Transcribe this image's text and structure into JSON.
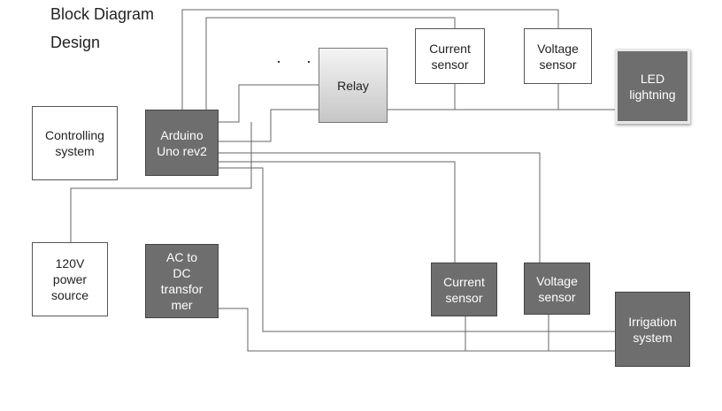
{
  "title": {
    "line1": "Block Diagram",
    "line2": "Design"
  },
  "blocks": {
    "controlling_system": "Controlling\nsystem",
    "arduino": "Arduino\nUno rev2",
    "relay": "Relay",
    "current_sensor_top": "Current\nsensor",
    "voltage_sensor_top": "Voltage\nsensor",
    "led_lightning": "LED\nlightning",
    "power_source": "120V\npower\nsource",
    "ac_dc": "AC to\nDC\ntransfor\nmer",
    "current_sensor_bottom": "Current\nsensor",
    "voltage_sensor_bottom": "Voltage\nsensor",
    "irrigation_system": "Irrigation\nsystem"
  },
  "colors": {
    "wire": "#555555",
    "dark_block": "#6e6e6e",
    "light_block": "#ffffff"
  }
}
